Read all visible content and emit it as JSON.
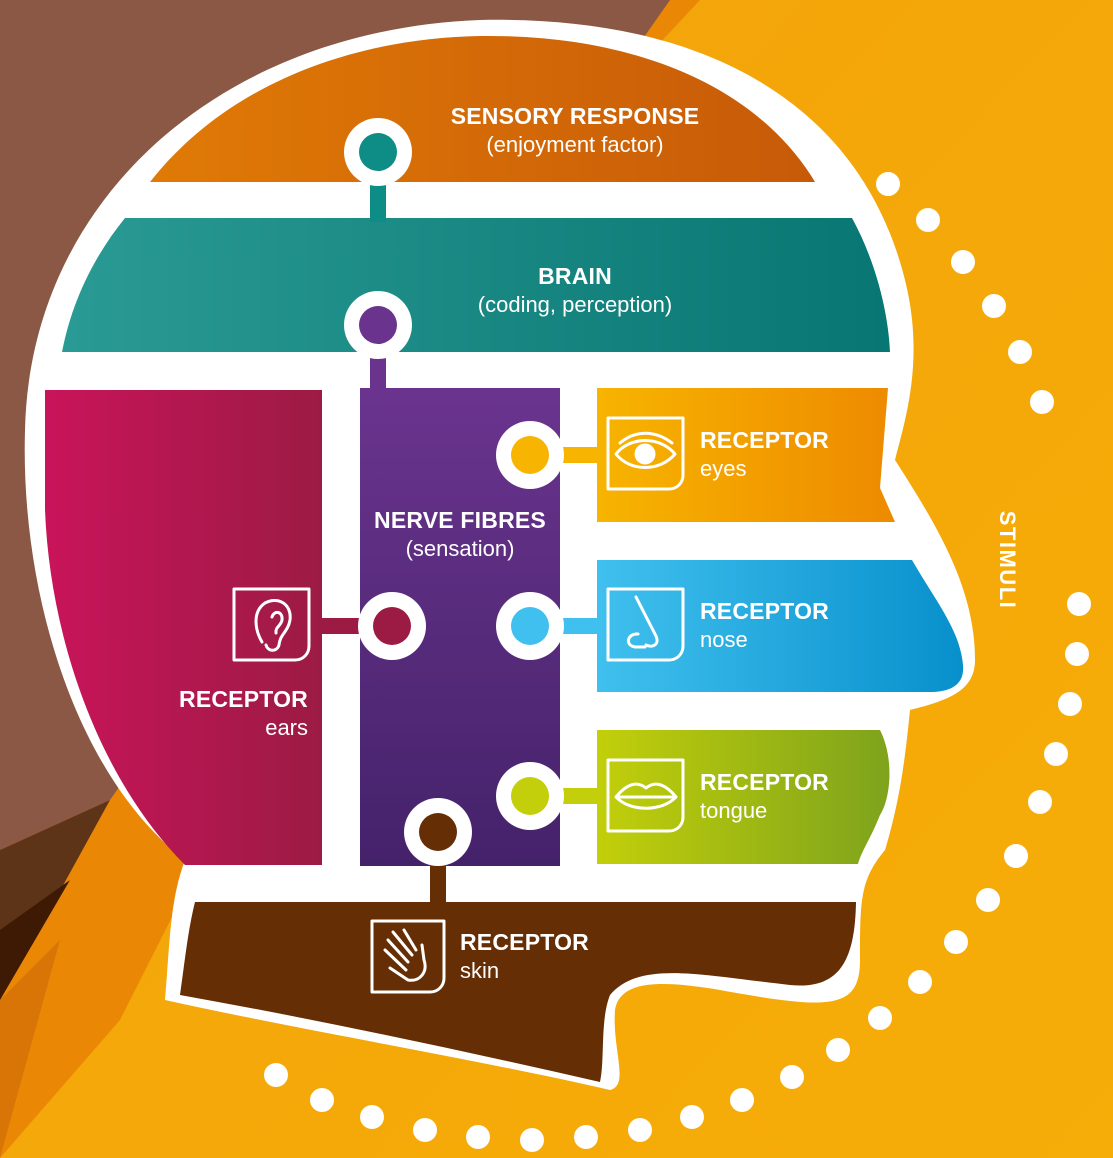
{
  "sensory_response": {
    "title": "SENSORY RESPONSE",
    "subtitle": "(enjoyment factor)"
  },
  "brain": {
    "title": "BRAIN",
    "subtitle": "(coding, perception)"
  },
  "nerve_fibres": {
    "title": "NERVE FIBRES",
    "subtitle": "(sensation)"
  },
  "receptors": {
    "eyes": {
      "title": "RECEPTOR",
      "subtitle": "eyes",
      "icon": "eye-icon"
    },
    "nose": {
      "title": "RECEPTOR",
      "subtitle": "nose",
      "icon": "nose-icon"
    },
    "tongue": {
      "title": "RECEPTOR",
      "subtitle": "tongue",
      "icon": "lips-icon"
    },
    "ears": {
      "title": "RECEPTOR",
      "subtitle": "ears",
      "icon": "ear-icon"
    },
    "skin": {
      "title": "RECEPTOR",
      "subtitle": "skin",
      "icon": "hand-icon"
    }
  },
  "stimuli_label": "STIMULI",
  "colors": {
    "sensory_response": "#cf6406",
    "brain": "#0e8c86",
    "nerve_fibres": "#5a2a80",
    "ears": "#b01848",
    "eyes": "#f39a00",
    "nose": "#1ea4dc",
    "tongue": "#a2bd12",
    "skin": "#6b3106",
    "background": "#f3a20a"
  }
}
